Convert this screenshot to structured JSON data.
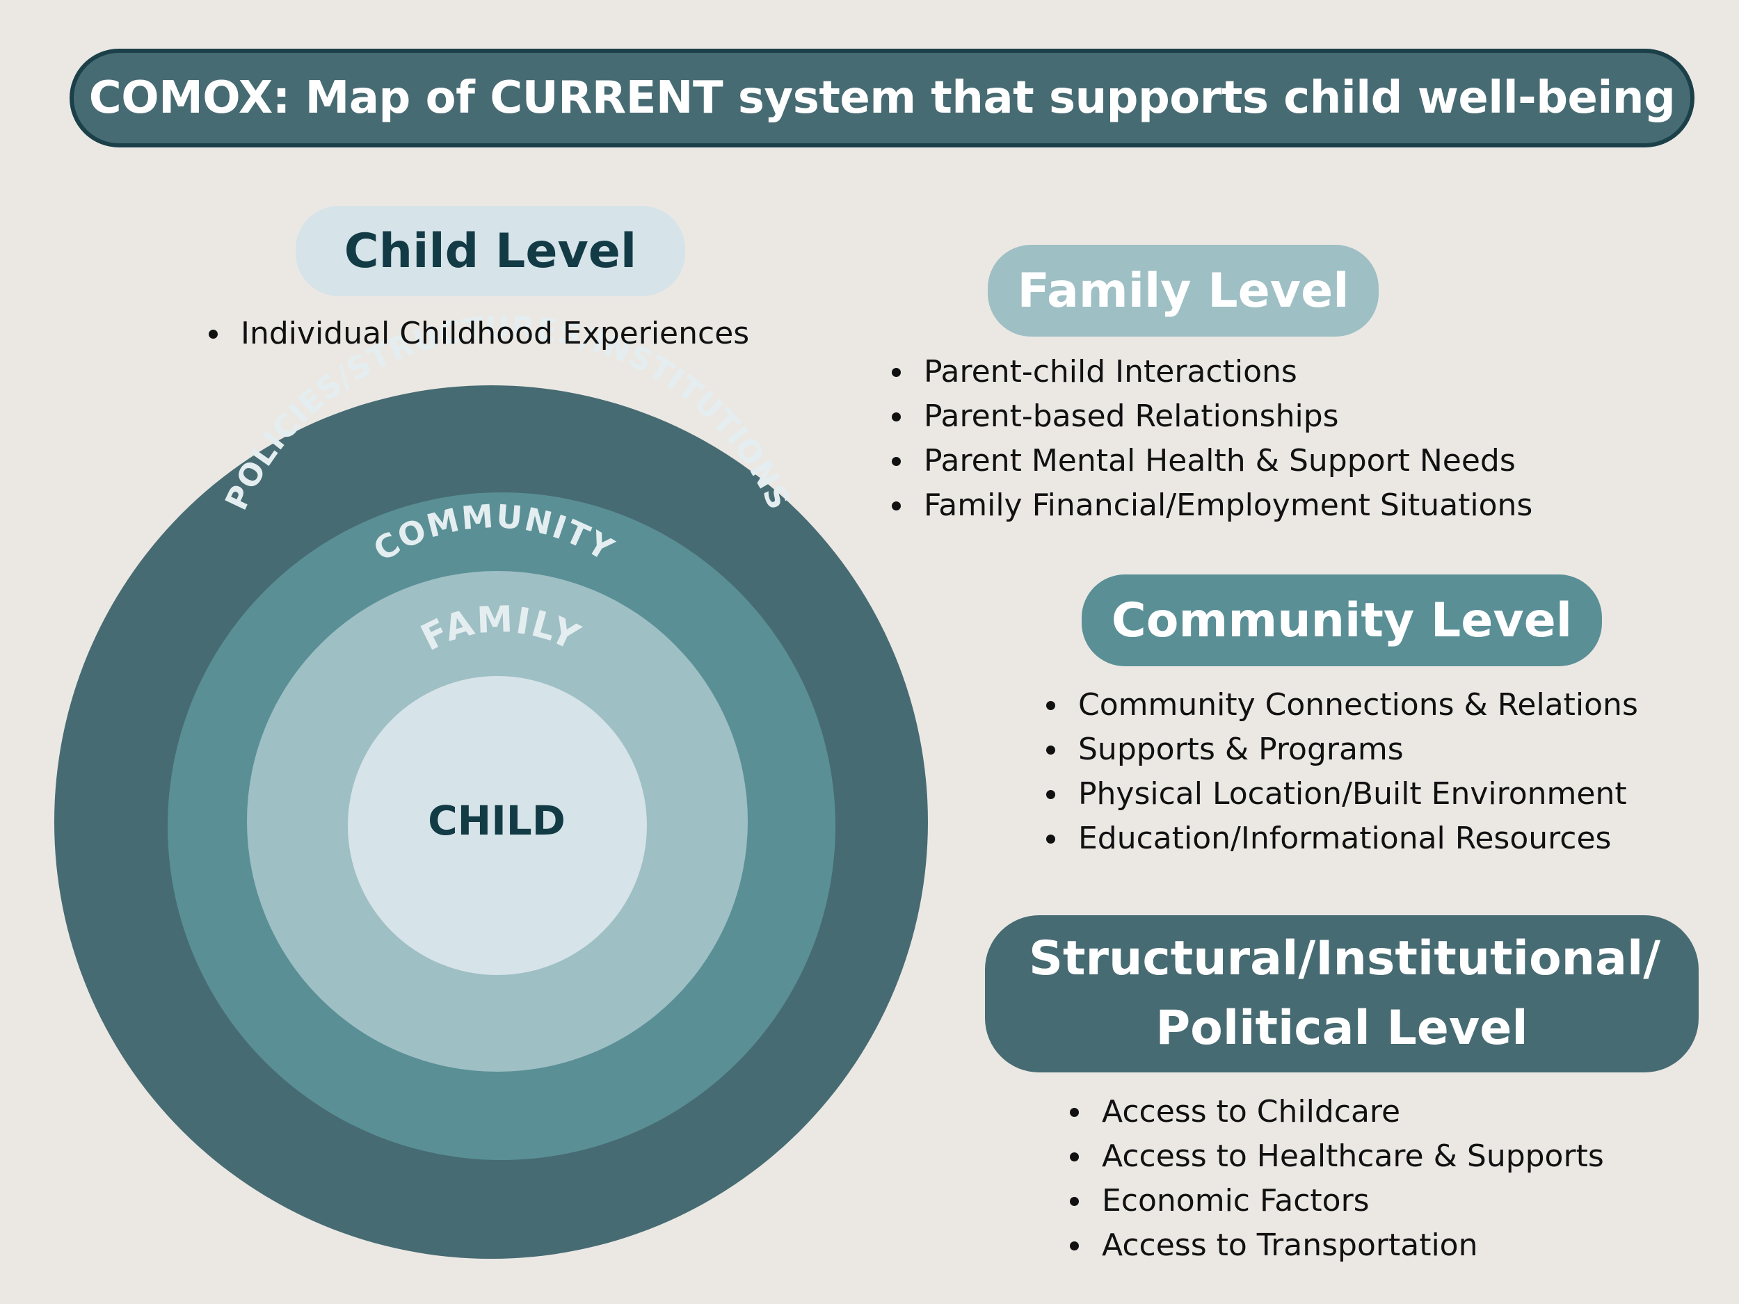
{
  "title": "COMOX: Map of CURRENT system that supports child well-being",
  "diagram": {
    "ring_outer_label": "POLICIES/STRUCTURES/INSTITUTIONS",
    "ring_community_label": "COMMUNITY",
    "ring_family_label": "FAMILY",
    "center_label": "CHILD",
    "colors": {
      "outer": "#476b72",
      "community": "#5a8f96",
      "family": "#9ebfc4",
      "child": "#d6e3e9",
      "child_text": "#123b45",
      "ring_text": "#e4eef0"
    }
  },
  "levels": {
    "child": {
      "title": "Child Level",
      "items": [
        "Individual Childhood Experiences"
      ]
    },
    "family": {
      "title": "Family Level",
      "items": [
        "Parent-child Interactions",
        "Parent-based Relationships",
        "Parent Mental Health & Support Needs",
        "Family Financial/Employment Situations"
      ]
    },
    "community": {
      "title": "Community Level",
      "items": [
        "Community Connections & Relations",
        "Supports & Programs",
        "Physical Location/Built Environment",
        "Education/Informational Resources"
      ]
    },
    "structural": {
      "title": "Structural/Institutional/ Political Level",
      "items": [
        "Access to Childcare",
        "Access to Healthcare & Supports",
        "Economic Factors",
        "Access to Transportation"
      ]
    }
  }
}
